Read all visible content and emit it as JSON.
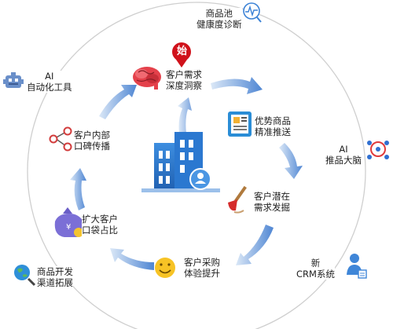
{
  "outer_ring": {
    "top": {
      "line1": "商品池",
      "line2": "健康度诊断"
    },
    "right": {
      "line1": "AI",
      "line2": "推品大脑"
    },
    "bottom_right": {
      "line1": "新",
      "line2": "CRM系统"
    },
    "bottom_left": {
      "line1": "商品开发",
      "line2": "渠道拓展"
    },
    "top_left": {
      "line1": "AI",
      "line2": "自动化工具"
    }
  },
  "inner_cycle": {
    "start_badge": "始",
    "steps": [
      {
        "line1": "客户需求",
        "line2": "深度洞察",
        "icon": "brain-icon"
      },
      {
        "line1": "优势商品",
        "line2": "精准推送",
        "icon": "newspaper-icon"
      },
      {
        "line1": "客户潜在",
        "line2": "需求发掘",
        "icon": "shovel-icon"
      },
      {
        "line1": "客户采购",
        "line2": "体验提升",
        "icon": "smiley-icon"
      },
      {
        "line1": "扩大客户",
        "line2": "口袋占比",
        "icon": "money-bag-icon"
      },
      {
        "line1": "客户内部",
        "line2": "口碑传播",
        "icon": "share-icon"
      }
    ]
  },
  "colors": {
    "ring": "#cfcfcf",
    "arrow": "#5b8fd6",
    "arrow_light": "#c9dcf3",
    "building": "#2f7ad0",
    "badge": "#d0121b"
  }
}
